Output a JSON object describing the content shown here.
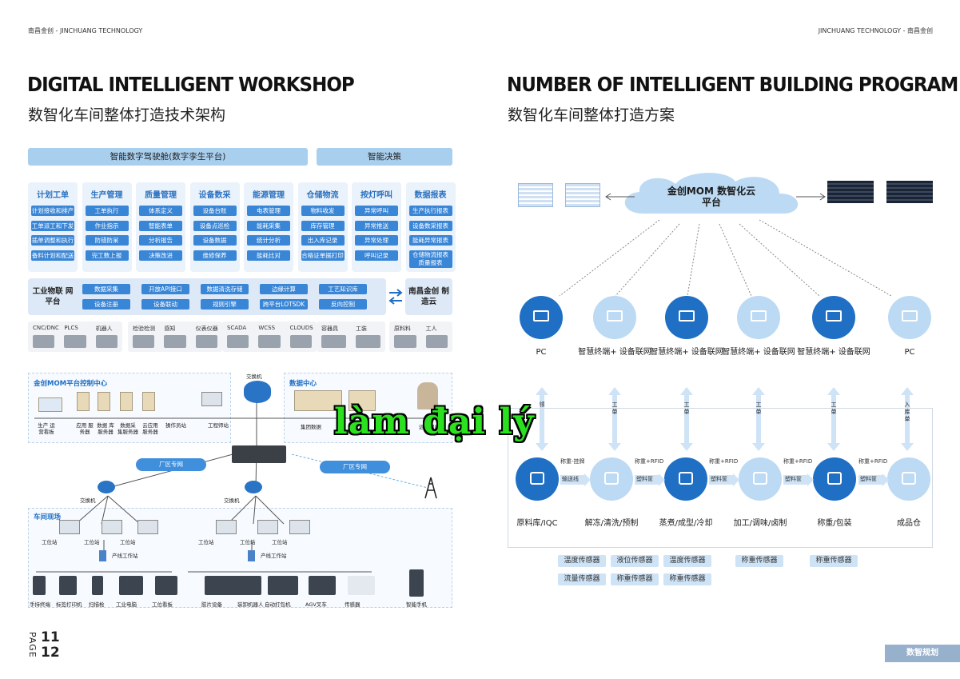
{
  "header": {
    "left": "南昌金创 - JINCHUANG TECHNOLOGY",
    "right": "JINCHUANG TECHNOLOGY - 南昌金创"
  },
  "left_page": {
    "title_en": "DIGITAL INTELLIGENT WORKSHOP",
    "title_cn": "数智化车间整体打造技术架构",
    "top_bar_main": "智能数字驾驶舱(数字孪生平台)",
    "top_bar_side": "智能决策",
    "modules": [
      {
        "title": "计划工单",
        "items": [
          "计划接收和排产",
          "工单派工和下发",
          "插单调整和执行",
          "备料计划和配送"
        ]
      },
      {
        "title": "生产管理",
        "items": [
          "工单执行",
          "作业指示",
          "防错防呆",
          "完工数上报"
        ]
      },
      {
        "title": "质量管理",
        "items": [
          "体系定义",
          "智能表单",
          "分析报告",
          "决策改进"
        ]
      },
      {
        "title": "设备数采",
        "items": [
          "设备台账",
          "设备点巡检",
          "设备数据",
          "维修保养"
        ]
      },
      {
        "title": "能源管理",
        "items": [
          "电表管理",
          "能耗采集",
          "统计分析",
          "能耗比对"
        ]
      },
      {
        "title": "仓储物流",
        "items": [
          "物料收发",
          "库存管理",
          "出入库记录",
          "合格证单据打印"
        ]
      },
      {
        "title": "按灯呼叫",
        "items": [
          "异常呼叫",
          "异常推送",
          "异常处理",
          "呼叫记录"
        ]
      },
      {
        "title": "数据报表",
        "items": [
          "生产执行报表",
          "设备数采报表",
          "能耗异常报表",
          "仓储物流报表 质量报表"
        ]
      }
    ],
    "iot": {
      "label": "工业物联 网平台",
      "row1": [
        "数据采集",
        "开放API接口",
        "数据清洗存储",
        "边缘计算",
        "工艺知识库"
      ],
      "row2": [
        "设备注册",
        "设备联动",
        "规则引擎",
        "跨平台LOTSDK",
        "反向控制"
      ],
      "cloud": "南昌金创 制造云"
    },
    "devices": [
      {
        "labels": [
          "CNC/DNC",
          "PLCS",
          "机器人"
        ]
      },
      {
        "labels": [
          "检验检测",
          "感知",
          "仪表仪器"
        ]
      },
      {
        "labels": [
          "SCADA",
          "WCSS",
          "CLOUDS"
        ]
      },
      {
        "labels": [
          "容器具",
          "工装"
        ]
      },
      {
        "labels": [
          "原料料",
          "工人"
        ]
      }
    ],
    "network": {
      "mom_center": "金创MOM平台控制中心",
      "data_center": "数据中心",
      "switch_top": "交换机",
      "servers": [
        "生产 运营看板",
        "应用 服务器",
        "数据 库服务器",
        "数据采 集服务器",
        "云应用 服务器",
        "操作员站",
        "工程师站"
      ],
      "group_data": "集团数据",
      "remote_user": "远端用户",
      "factory_net_1": "厂区专网",
      "factory_net_2": "厂区专网",
      "switch_left": "交换机",
      "switch_right": "交换机",
      "workshop": "车间现场",
      "workstations": [
        "工位站",
        "工位站",
        "工位站",
        "工位站",
        "工位站",
        "工位站"
      ],
      "line_station_1": "产线工作站",
      "line_station_2": "产线工作站",
      "field_devices": [
        "手持终端",
        "标签打印机",
        "扫描枪",
        "工业电脑",
        "工位看板",
        "胶片设备",
        "装卸机器人",
        "自动打包机",
        "AGV叉车",
        "传感器",
        "智能手机"
      ]
    },
    "page_label": "PAGE",
    "page_numbers": [
      "11",
      "12"
    ]
  },
  "right_page": {
    "title_en": "NUMBER OF INTELLIGENT BUILDING PROGRAM",
    "title_cn": "数智化车间整体打造方案",
    "cloud_label": "金创MOM 数智化云平台",
    "top_nodes": [
      {
        "label": "PC",
        "style": "dark"
      },
      {
        "label": "智慧终端+ 设备联网",
        "style": "light"
      },
      {
        "label": "智慧终端+ 设备联网",
        "style": "dark"
      },
      {
        "label": "智慧终端+ 设备联网",
        "style": "light"
      },
      {
        "label": "智慧终端+ 设备联网",
        "style": "dark"
      },
      {
        "label": "PC",
        "style": "light"
      }
    ],
    "vertical_arrows": [
      "领",
      "工单",
      "工单",
      "工单",
      "工单",
      "入库单"
    ],
    "process_nodes": [
      {
        "label": "原料库/IQC",
        "style": "dark"
      },
      {
        "label": "解冻/清洗/预制",
        "style": "light"
      },
      {
        "label": "蒸煮/成型/冷却",
        "style": "dark"
      },
      {
        "label": "加工/调味/卤制",
        "style": "light"
      },
      {
        "label": "称重/包装",
        "style": "dark"
      },
      {
        "label": "成品仓",
        "style": "light"
      }
    ],
    "process_arrows": [
      {
        "top": "称重-挂牌",
        "box": "输送线"
      },
      {
        "top": "称重+RFID",
        "box": "塑料筐"
      },
      {
        "top": "称重+RFID",
        "box": "塑料筐"
      },
      {
        "top": "称重+RFID",
        "box": "塑料筐"
      },
      {
        "top": "称重+RFID",
        "box": "塑料筐"
      }
    ],
    "sensors": [
      [
        "温度传感器",
        "流量传感器"
      ],
      [
        "液位传感器",
        "称重传感器"
      ],
      [
        "温度传感器",
        "称重传感器"
      ],
      [
        "称重传感器"
      ],
      [
        "称重传感器"
      ]
    ],
    "footer_tab": "数智规划"
  },
  "watermark": "làm đại lý",
  "colors": {
    "dark_blue": "#1f6fc4",
    "light_blue": "#a9cfee",
    "chip_blue": "#3a86d6",
    "watermark": "#2be11f"
  }
}
